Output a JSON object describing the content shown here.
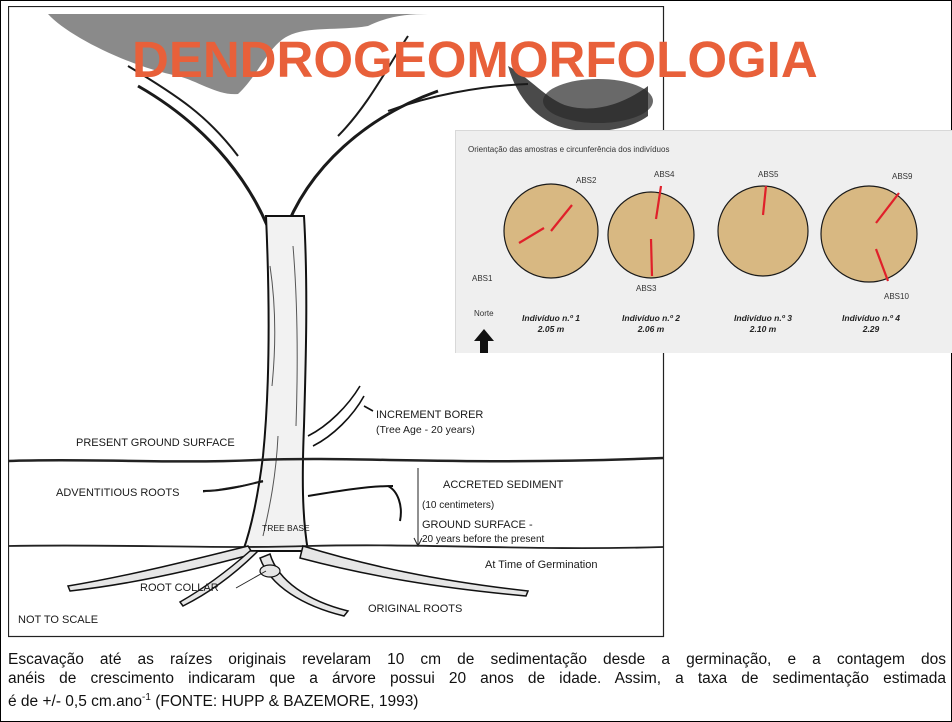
{
  "slide": {
    "title": "DENDROGEOMORFOLOGIA"
  },
  "figure": {
    "labels": {
      "increment_borer": "INCREMENT BORER",
      "tree_age": "(Tree Age - 20 years)",
      "present_ground_surface": "PRESENT GROUND SURFACE",
      "adventitious_roots": "ADVENTITIOUS ROOTS",
      "accreted_sediment": "ACCRETED SEDIMENT",
      "sediment_depth": "(10 centimeters)",
      "tree_base": "TREE BASE",
      "ground_surface_past": "GROUND SURFACE -",
      "ground_surface_past_2": "20 years before the present",
      "at_time_of_germination": "At Time of Germination",
      "root_collar": "ROOT COLLAR",
      "original_roots": "ORIGINAL ROOTS",
      "not_to_scale": "NOT TO SCALE"
    }
  },
  "inset": {
    "title": "Orientação das amostras e circunferência dos indivíduos",
    "north_label": "Norte",
    "disk_color": "#d8b882",
    "line_color": "#e0202a",
    "individuals": [
      {
        "name": "Indivíduo n.º 1",
        "circumference": "2.05 m",
        "samples": [
          "ABS2",
          "ABS1"
        ]
      },
      {
        "name": "Indivíduo n.º 2",
        "circumference": "2.06 m",
        "samples": [
          "ABS4",
          "ABS3"
        ]
      },
      {
        "name": "Indivíduo n.º 3",
        "circumference": "2.10 m",
        "samples": [
          "ABS5"
        ]
      },
      {
        "name": "Indivíduo n.º 4",
        "circumference": "2.29",
        "samples": [
          "ABS9",
          "ABS10"
        ]
      }
    ]
  },
  "caption": {
    "line1": "Escavação até as raízes originais revelaram 10 cm de sedimentação desde a germinação, e a contagem dos",
    "line2": "anéis de crescimento indicaram que a árvore possui 20 anos de idade. Assim, a taxa de sedimentação estimada",
    "line3_pre": "é de +/- 0,5 cm.ano",
    "line3_sup": "-1",
    "line3_post": " (FONTE: HUPP & BAZEMORE, 1993)"
  }
}
